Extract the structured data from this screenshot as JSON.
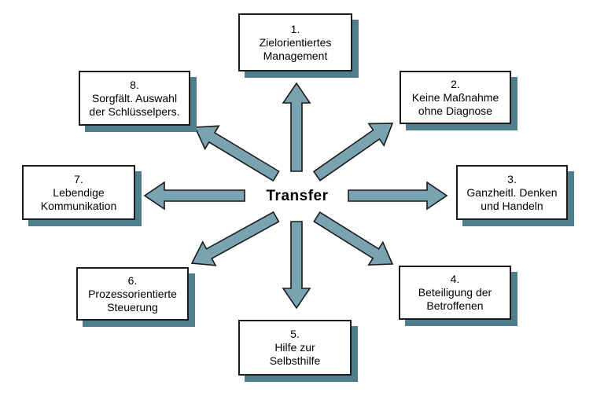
{
  "diagram": {
    "center_label": "Transfer",
    "boxes": [
      {
        "number": "1.",
        "lines": [
          "Zielorientiertes",
          "Management"
        ]
      },
      {
        "number": "2.",
        "lines": [
          "Keine Maßnahme",
          "ohne Diagnose"
        ]
      },
      {
        "number": "3.",
        "lines": [
          "Ganzheitl. Denken",
          "und Handeln"
        ]
      },
      {
        "number": "4.",
        "lines": [
          "Beteiligung der",
          "Betroffenen"
        ]
      },
      {
        "number": "5.",
        "lines": [
          "Hilfe zur",
          "Selbsthilfe"
        ]
      },
      {
        "number": "6.",
        "lines": [
          "Prozessorientierte",
          "Steuerung"
        ]
      },
      {
        "number": "7.",
        "lines": [
          "Lebendige",
          "Kommunikation"
        ]
      },
      {
        "number": "8.",
        "lines": [
          "Sorgfält. Auswahl",
          "der Schlüsselpers."
        ]
      }
    ]
  },
  "colors": {
    "arrow_fill": "#7AA3B2",
    "arrow_stroke": "#1a1a1a",
    "shadow_color": "#4F7D8C",
    "box_border": "#1b1b1b",
    "text_color": "#000000",
    "bg_color": "#ffffff"
  }
}
